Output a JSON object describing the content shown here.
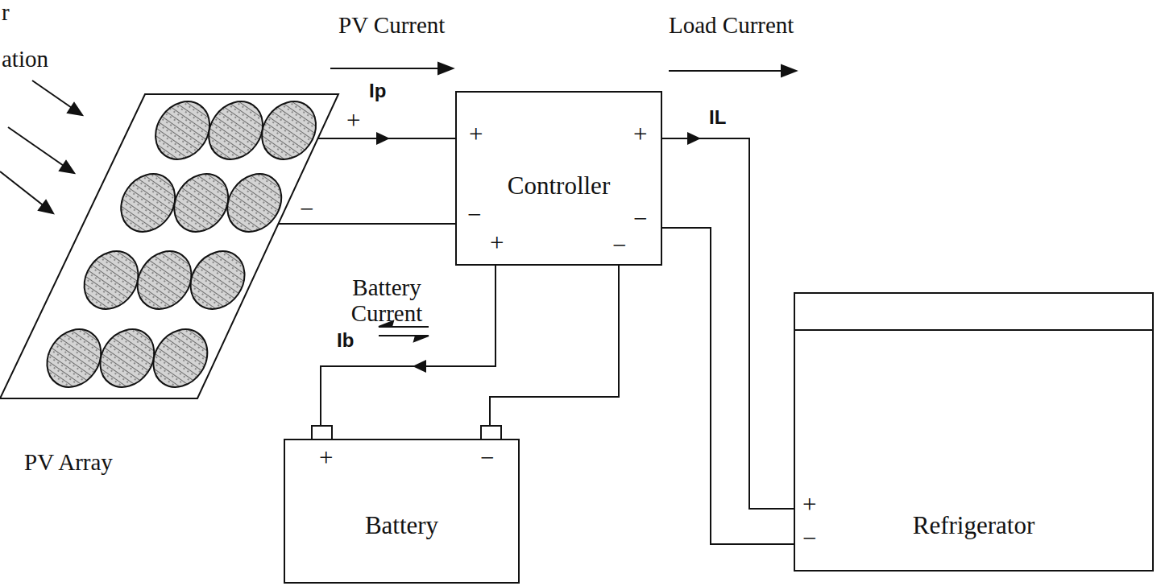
{
  "diagram": {
    "nodes": [
      {
        "text": [
          "PV Array"
        ]
      },
      {
        "text": [
          "Controller"
        ]
      },
      {
        "text": [
          "Battery"
        ]
      },
      {
        "text": [
          "Refrigerator"
        ]
      }
    ],
    "edges": [
      {
        "from": 0,
        "to": 1,
        "arrow": "to"
      },
      {
        "from": 0,
        "to": 1,
        "arrow": "none"
      },
      {
        "from": 1,
        "to": 2,
        "arrow": "to"
      },
      {
        "from": 1,
        "to": 2,
        "arrow": "none"
      },
      {
        "from": 1,
        "to": 3,
        "arrow": "to"
      },
      {
        "from": 1,
        "to": 3,
        "arrow": "none"
      }
    ],
    "labels": [
      "r",
      "ation",
      "PV Current",
      "Load Current",
      "Ip",
      "IL",
      "+",
      "−",
      "+",
      "−",
      "+",
      "−",
      "+",
      "−",
      "Battery Current",
      "Ib",
      "+",
      "−",
      "+",
      "−"
    ]
  }
}
